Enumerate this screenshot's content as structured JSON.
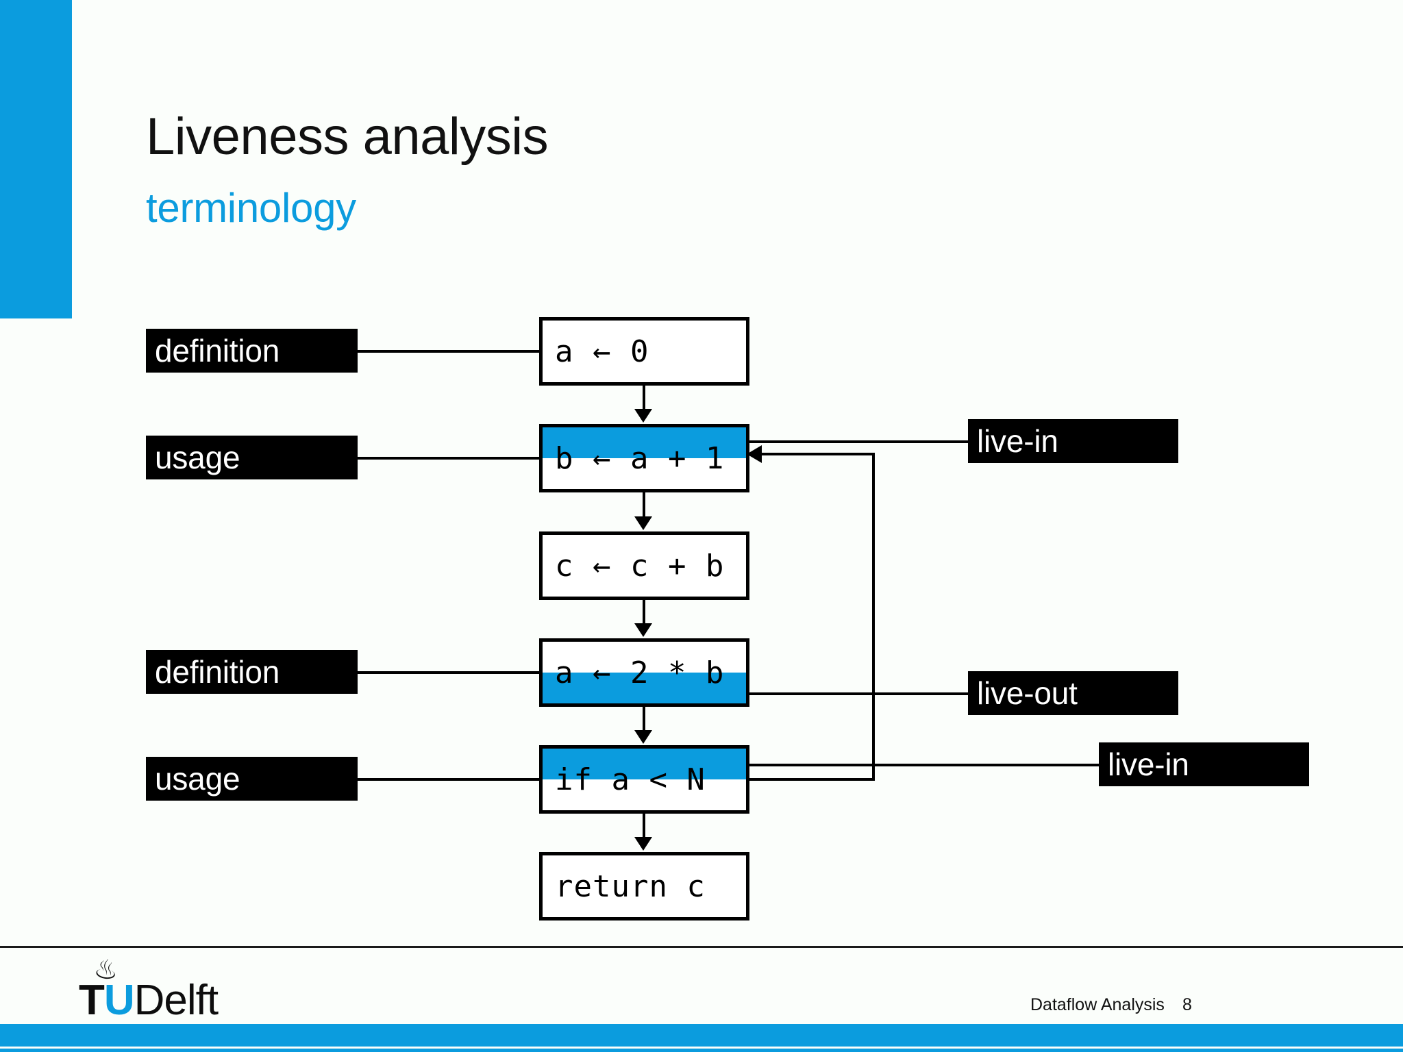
{
  "theme": {
    "brand_blue": "#0b9cde",
    "chip_bg": "#000000",
    "chip_fg": "#ffffff",
    "page_bg": "#fbfefb"
  },
  "slide": {
    "title": "Liveness analysis",
    "subtitle": "terminology"
  },
  "diagram": {
    "type": "control-flow-graph",
    "nodes": [
      {
        "id": "n1",
        "code": "a ← 0",
        "highlight": "none"
      },
      {
        "id": "n2",
        "code": "b ← a + 1",
        "highlight": "top"
      },
      {
        "id": "n3",
        "code": "c ← c + b",
        "highlight": "none"
      },
      {
        "id": "n4",
        "code": "a ← 2 * b",
        "highlight": "bottom"
      },
      {
        "id": "n5",
        "code": "if a < N",
        "highlight": "top"
      },
      {
        "id": "n6",
        "code": "return c",
        "highlight": "none"
      }
    ],
    "left_labels": [
      {
        "id": "l1",
        "text": "definition",
        "target": "n1"
      },
      {
        "id": "l2",
        "text": "usage",
        "target": "n2"
      },
      {
        "id": "l3",
        "text": "definition",
        "target": "n4"
      },
      {
        "id": "l4",
        "text": "usage",
        "target": "n5"
      }
    ],
    "right_labels": [
      {
        "id": "r1",
        "text": "live-in",
        "target": "n2"
      },
      {
        "id": "r2",
        "text": "live-out",
        "target": "n4"
      },
      {
        "id": "r3",
        "text": "live-in",
        "target": "n5"
      }
    ],
    "edges": [
      {
        "from": "n1",
        "to": "n2",
        "kind": "fall-through"
      },
      {
        "from": "n2",
        "to": "n3",
        "kind": "fall-through"
      },
      {
        "from": "n3",
        "to": "n4",
        "kind": "fall-through"
      },
      {
        "from": "n4",
        "to": "n5",
        "kind": "fall-through"
      },
      {
        "from": "n5",
        "to": "n6",
        "kind": "fall-through"
      },
      {
        "from": "n5",
        "to": "n2",
        "kind": "back-edge"
      }
    ]
  },
  "footer": {
    "logo_t": "T",
    "logo_u": "U",
    "logo_delft": "Delft",
    "logo_flame": "♨",
    "deck_name": "Dataflow Analysis",
    "page_number": "8"
  }
}
